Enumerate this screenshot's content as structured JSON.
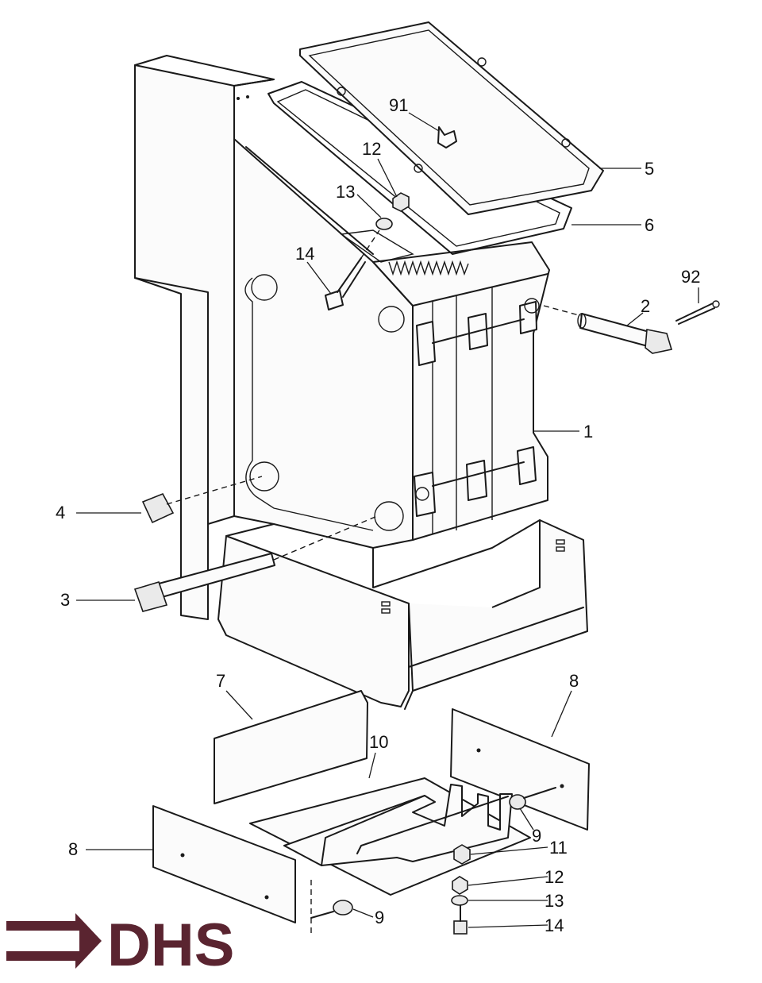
{
  "callouts": [
    {
      "id": "c1",
      "label": "1"
    },
    {
      "id": "c2",
      "label": "2"
    },
    {
      "id": "c3",
      "label": "3"
    },
    {
      "id": "c4",
      "label": "4"
    },
    {
      "id": "c5",
      "label": "5"
    },
    {
      "id": "c6",
      "label": "6"
    },
    {
      "id": "c7",
      "label": "7"
    },
    {
      "id": "c8a",
      "label": "8"
    },
    {
      "id": "c8b",
      "label": "8"
    },
    {
      "id": "c9a",
      "label": "9"
    },
    {
      "id": "c9b",
      "label": "9"
    },
    {
      "id": "c10",
      "label": "10"
    },
    {
      "id": "c11",
      "label": "11"
    },
    {
      "id": "c12a",
      "label": "12"
    },
    {
      "id": "c12b",
      "label": "12"
    },
    {
      "id": "c13a",
      "label": "13"
    },
    {
      "id": "c13b",
      "label": "13"
    },
    {
      "id": "c14a",
      "label": "14"
    },
    {
      "id": "c14b",
      "label": "14"
    },
    {
      "id": "c91",
      "label": "91"
    },
    {
      "id": "c92",
      "label": "92"
    }
  ],
  "logo": {
    "text": "DHS",
    "color": "#5a2430",
    "icon": "arrow-right-icon"
  }
}
